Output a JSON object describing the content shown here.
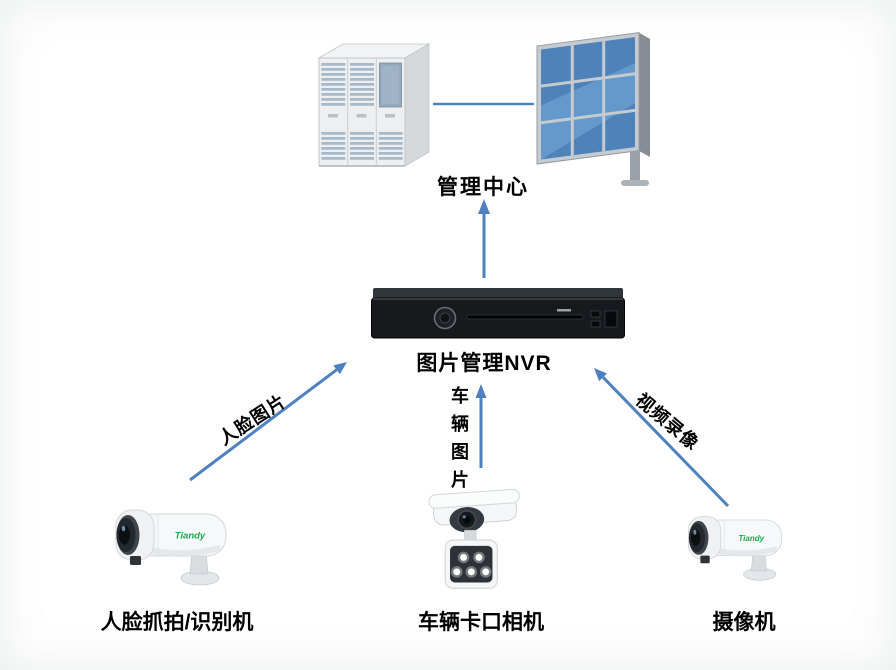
{
  "diagram": {
    "nodes": {
      "management_center": {
        "label": "管理中心",
        "icon": "server-rack-and-video-wall"
      },
      "nvr": {
        "label": "图片管理NVR",
        "icon": "nvr-recorder"
      },
      "face_camera": {
        "label": "人脸抓拍/识别机",
        "brand": "Tiandy",
        "icon": "bullet-camera"
      },
      "vehicle_camera": {
        "label": "车辆卡口相机",
        "icon": "checkpoint-camera-with-led"
      },
      "camera": {
        "label": "摄像机",
        "brand": "Tiandy",
        "icon": "bullet-camera"
      }
    },
    "edges": {
      "face_to_nvr": {
        "from": "face_camera",
        "to": "nvr",
        "label": "人脸图片"
      },
      "vehicle_to_nvr": {
        "from": "vehicle_camera",
        "to": "nvr",
        "label": "车辆图片",
        "orientation": "vertical"
      },
      "camera_to_nvr": {
        "from": "camera",
        "to": "nvr",
        "label": "视频录像"
      },
      "nvr_to_center": {
        "from": "nvr",
        "to": "management_center",
        "label": ""
      },
      "rack_to_wall": {
        "from": "server_rack",
        "to": "video_wall",
        "label": ""
      }
    },
    "colors": {
      "arrow": "#4e81bd",
      "text": "#000000",
      "brand_green": "#1fa74d",
      "screen_blue": "#4f82b9"
    }
  }
}
